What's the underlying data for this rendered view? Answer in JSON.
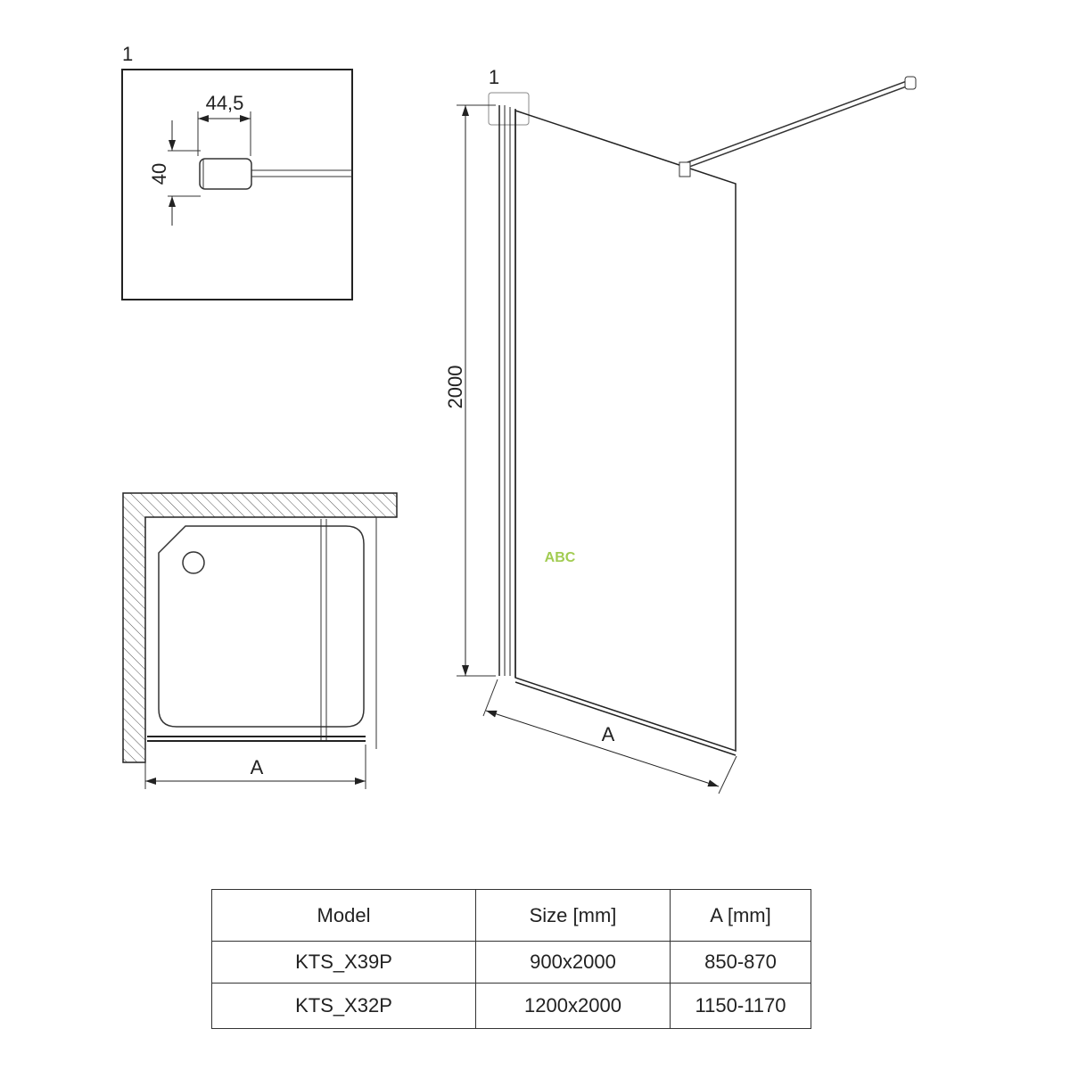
{
  "detail": {
    "label": "1",
    "width_dim": "44,5",
    "height_dim": "40"
  },
  "elevation": {
    "callout": "1",
    "height_dim": "2000",
    "width_dim": "A"
  },
  "plan": {
    "width_dim": "A"
  },
  "watermark": {
    "logo": "ABC"
  },
  "table": {
    "headers": [
      "Model",
      "Size [mm]",
      "A [mm]"
    ],
    "rows": [
      [
        "KTS_X39P",
        "900x2000",
        "850-870"
      ],
      [
        "KTS_X32P",
        "1200x2000",
        "1150-1170"
      ]
    ]
  }
}
